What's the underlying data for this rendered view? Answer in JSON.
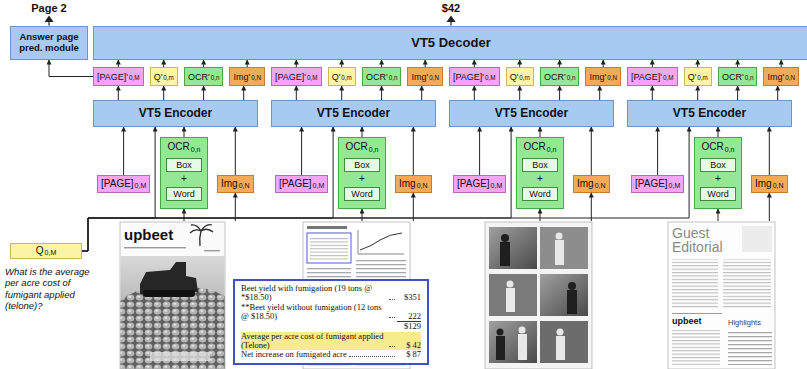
{
  "diagram": {
    "nodes": [
      {
        "text": [
          "Answer page pred. module"
        ]
      },
      {
        "text": [
          "VT5 Decoder"
        ]
      },
      {
        "text": [
          "[PAGE]'",
          "0,M"
        ]
      },
      {
        "text": [
          "Q'",
          "0,m"
        ]
      },
      {
        "text": [
          "OCR'",
          "0,n"
        ]
      },
      {
        "text": [
          "Img'",
          "0,N"
        ]
      },
      {
        "text": [
          "[PAGE]'",
          "0,M"
        ]
      },
      {
        "text": [
          "Q'",
          "0,m"
        ]
      },
      {
        "text": [
          "OCR'",
          "0,n"
        ]
      },
      {
        "text": [
          "Img'",
          "0,N"
        ]
      },
      {
        "text": [
          "[PAGE]'",
          "0,M"
        ]
      },
      {
        "text": [
          "Q'",
          "0,m"
        ]
      },
      {
        "text": [
          "OCR'",
          "0,n"
        ]
      },
      {
        "text": [
          "Img'",
          "0,N"
        ]
      },
      {
        "text": [
          "[PAGE]'",
          "0,M"
        ]
      },
      {
        "text": [
          "Q'",
          "0,m"
        ]
      },
      {
        "text": [
          "OCR'",
          "0,n"
        ]
      },
      {
        "text": [
          "Img'",
          "0,N"
        ]
      },
      {
        "text": [
          "VT5 Encoder"
        ]
      },
      {
        "text": [
          "VT5 Encoder"
        ]
      },
      {
        "text": [
          "VT5 Encoder"
        ]
      },
      {
        "text": [
          "VT5 Encoder"
        ]
      },
      {
        "text": [
          "[PAGE]",
          "0,M"
        ]
      },
      {
        "text": [
          "OCR",
          "0,n",
          "+"
        ]
      },
      {
        "text": [
          "Box"
        ],
        "in": 23
      },
      {
        "text": [
          "Word"
        ],
        "in": 23
      },
      {
        "text": [
          "Img",
          "0,N"
        ]
      },
      {
        "text": [
          "[PAGE]",
          "0,M"
        ]
      },
      {
        "text": [
          "OCR",
          "0,n",
          "+"
        ]
      },
      {
        "text": [
          "Box"
        ],
        "in": 28
      },
      {
        "text": [
          "Word"
        ],
        "in": 28
      },
      {
        "text": [
          "Img",
          "0,N"
        ]
      },
      {
        "text": [
          "[PAGE]",
          "0,M"
        ]
      },
      {
        "text": [
          "OCR",
          "0,n",
          "+"
        ]
      },
      {
        "text": [
          "Box"
        ],
        "in": 33
      },
      {
        "text": [
          "Word"
        ],
        "in": 33
      },
      {
        "text": [
          "Img",
          "0,N"
        ]
      },
      {
        "text": [
          "[PAGE]",
          "0,M"
        ]
      },
      {
        "text": [
          "OCR",
          "0,n",
          "+"
        ]
      },
      {
        "text": [
          "Box"
        ],
        "in": 38
      },
      {
        "text": [
          "Word"
        ],
        "in": 38
      },
      {
        "text": [
          "Img",
          "0,N"
        ]
      },
      {
        "text": [
          "Q",
          "0,M"
        ]
      },
      {
        "text": [
          "Beet yield with fumigation (19 tons @ *$18.50)",
          "$351",
          "**Beet yield without fumigation (12 tons @ $18.50)",
          "222",
          "$129",
          "Average per acre cost of fumigant applied (Telone)",
          "$ 42",
          "Net increase on fumigated acre",
          "$ 87"
        ]
      }
    ],
    "edges": [
      {
        "from": 22,
        "to": 18,
        "arrow": "to"
      },
      {
        "from": 23,
        "to": 18,
        "arrow": "to"
      },
      {
        "from": 26,
        "to": 18,
        "arrow": "to"
      },
      {
        "from": 42,
        "to": 18,
        "arrow": "to"
      },
      {
        "from": 18,
        "to": 2,
        "arrow": "to"
      },
      {
        "from": 18,
        "to": 3,
        "arrow": "to"
      },
      {
        "from": 18,
        "to": 4,
        "arrow": "to"
      },
      {
        "from": 18,
        "to": 5,
        "arrow": "to"
      },
      {
        "from": 2,
        "to": 1,
        "arrow": "to"
      },
      {
        "from": 3,
        "to": 1,
        "arrow": "to"
      },
      {
        "from": 4,
        "to": 1,
        "arrow": "to"
      },
      {
        "from": 5,
        "to": 1,
        "arrow": "to"
      },
      {
        "from": 27,
        "to": 19,
        "arrow": "to"
      },
      {
        "from": 28,
        "to": 19,
        "arrow": "to"
      },
      {
        "from": 31,
        "to": 19,
        "arrow": "to"
      },
      {
        "from": 42,
        "to": 19,
        "arrow": "to"
      },
      {
        "from": 19,
        "to": 6,
        "arrow": "to"
      },
      {
        "from": 19,
        "to": 7,
        "arrow": "to"
      },
      {
        "from": 19,
        "to": 8,
        "arrow": "to"
      },
      {
        "from": 19,
        "to": 9,
        "arrow": "to"
      },
      {
        "from": 6,
        "to": 1,
        "arrow": "to"
      },
      {
        "from": 7,
        "to": 1,
        "arrow": "to"
      },
      {
        "from": 8,
        "to": 1,
        "arrow": "to"
      },
      {
        "from": 9,
        "to": 1,
        "arrow": "to"
      },
      {
        "from": 32,
        "to": 20,
        "arrow": "to"
      },
      {
        "from": 33,
        "to": 20,
        "arrow": "to"
      },
      {
        "from": 36,
        "to": 20,
        "arrow": "to"
      },
      {
        "from": 42,
        "to": 20,
        "arrow": "to"
      },
      {
        "from": 20,
        "to": 10,
        "arrow": "to"
      },
      {
        "from": 20,
        "to": 11,
        "arrow": "to"
      },
      {
        "from": 20,
        "to": 12,
        "arrow": "to"
      },
      {
        "from": 20,
        "to": 13,
        "arrow": "to"
      },
      {
        "from": 10,
        "to": 1,
        "arrow": "to"
      },
      {
        "from": 11,
        "to": 1,
        "arrow": "to"
      },
      {
        "from": 12,
        "to": 1,
        "arrow": "to"
      },
      {
        "from": 13,
        "to": 1,
        "arrow": "to"
      },
      {
        "from": 37,
        "to": 21,
        "arrow": "to"
      },
      {
        "from": 38,
        "to": 21,
        "arrow": "to"
      },
      {
        "from": 41,
        "to": 21,
        "arrow": "to"
      },
      {
        "from": 42,
        "to": 21,
        "arrow": "to"
      },
      {
        "from": 21,
        "to": 14,
        "arrow": "to"
      },
      {
        "from": 21,
        "to": 15,
        "arrow": "to"
      },
      {
        "from": 21,
        "to": 16,
        "arrow": "to"
      },
      {
        "from": 21,
        "to": 17,
        "arrow": "to"
      },
      {
        "from": 14,
        "to": 1,
        "arrow": "to"
      },
      {
        "from": 15,
        "to": 1,
        "arrow": "to"
      },
      {
        "from": 16,
        "to": 1,
        "arrow": "to"
      },
      {
        "from": 17,
        "to": 1,
        "arrow": "to"
      },
      {
        "from": 2,
        "to": 0,
        "arrow": "to"
      }
    ],
    "labels": [
      "Page 2",
      "$42",
      "What is the average per acre cost of fumigant applied (telone)?",
      "upbeet",
      "Guest Editorial",
      "upbeet",
      "Highlights"
    ]
  }
}
